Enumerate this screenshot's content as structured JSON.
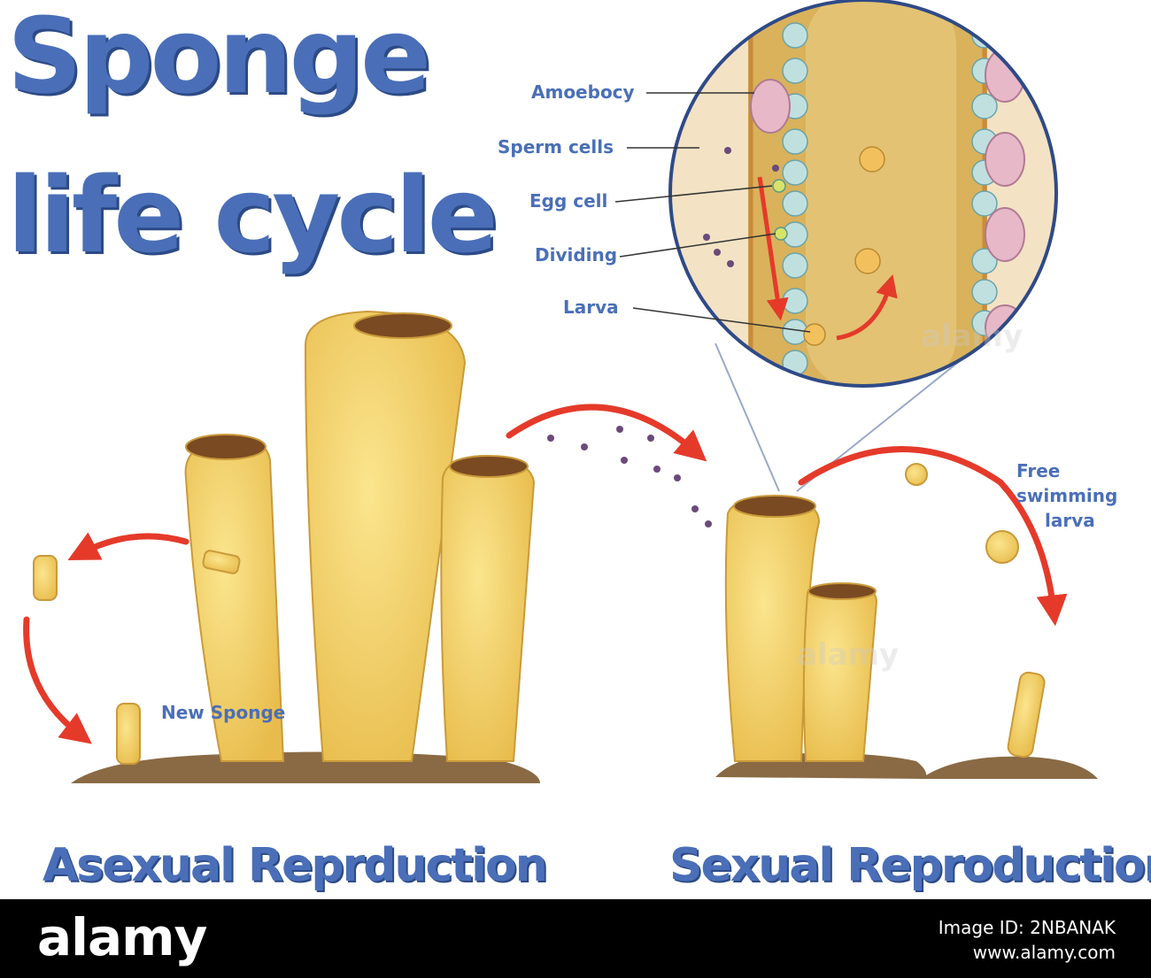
{
  "title": {
    "line1": "Sponge",
    "line2": "life cycle"
  },
  "callout_labels": [
    {
      "id": "amoebocy",
      "text": "Amoebocy"
    },
    {
      "id": "sperm",
      "text": "Sperm cells"
    },
    {
      "id": "egg",
      "text": "Egg cell"
    },
    {
      "id": "dividing",
      "text": "Dividing"
    },
    {
      "id": "larva",
      "text": "Larva"
    }
  ],
  "labels": {
    "new_sponge": "New Sponge",
    "free_swimming_1": "Free",
    "free_swimming_2": "swimming",
    "free_swimming_3": "larva"
  },
  "captions": {
    "asexual": "Asexual Reprduction",
    "sexual": "Sexual Reproduction"
  },
  "footer": {
    "brand": "alamy",
    "image_id_label": "Image ID: 2NBANAK",
    "site": "www.alamy.com"
  },
  "watermark": "alamy",
  "colors": {
    "title_blue": "#4a6fb8",
    "arrow_red": "#e53a2a",
    "sponge_yellow": "#f3d36a",
    "soil_brown": "#8a6a44"
  }
}
